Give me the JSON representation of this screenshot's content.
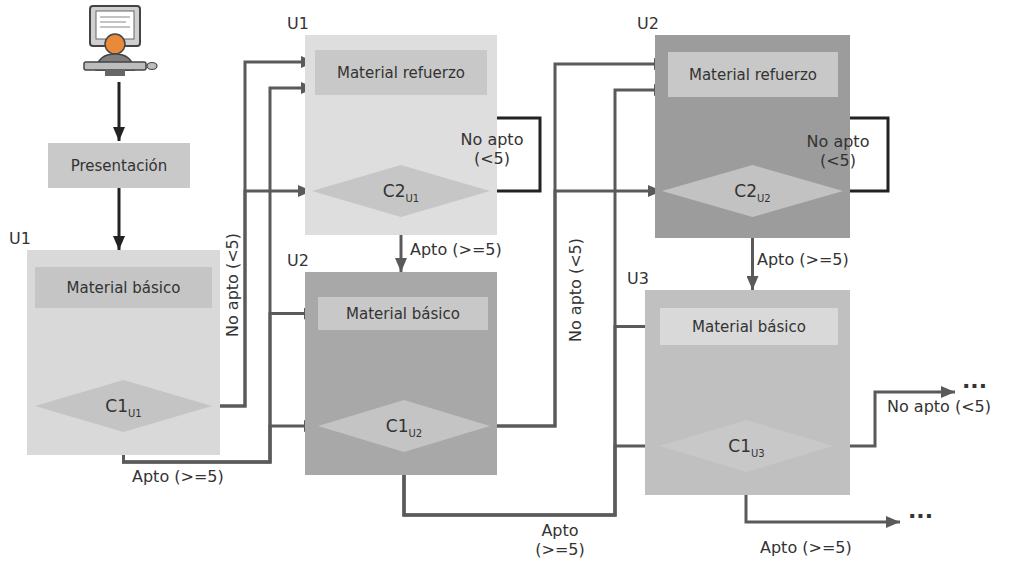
{
  "diagram": {
    "nodes": [
      {
        "text": [
          "Presentación"
        ]
      },
      {
        "text": [
          "U1"
        ]
      },
      {
        "text": [
          "Material básico"
        ],
        "in": 1
      },
      {
        "text": [
          "C1",
          "U1"
        ],
        "in": 1
      },
      {
        "text": [
          "U1"
        ]
      },
      {
        "text": [
          "Material refuerzo"
        ],
        "in": 4
      },
      {
        "text": [
          "C2",
          "U1"
        ],
        "in": 4
      },
      {
        "text": [
          "U2"
        ]
      },
      {
        "text": [
          "Material básico"
        ],
        "in": 7
      },
      {
        "text": [
          "C1",
          "U2"
        ],
        "in": 7
      },
      {
        "text": [
          "U2"
        ]
      },
      {
        "text": [
          "Material refuerzo"
        ],
        "in": 10
      },
      {
        "text": [
          "C2",
          "U2"
        ],
        "in": 10
      },
      {
        "text": [
          "U3"
        ]
      },
      {
        "text": [
          "Material básico"
        ],
        "in": 13
      },
      {
        "text": [
          "C1",
          "U3"
        ],
        "in": 13
      }
    ],
    "edges": [
      {
        "from": 0,
        "to": 1,
        "arrow": "to"
      },
      {
        "from": 3,
        "to": 5,
        "label": "No apto (<5)",
        "arrow": "to"
      },
      {
        "from": 3,
        "to": 6,
        "arrow": "to"
      },
      {
        "from": 3,
        "to": 5,
        "label": "Apto (>=5)",
        "arrow": "to"
      },
      {
        "from": 3,
        "to": 8,
        "arrow": "to"
      },
      {
        "from": 3,
        "to": 9,
        "arrow": "to"
      },
      {
        "from": 6,
        "to": 6,
        "label": "No apto (<5)",
        "arrow": "to"
      },
      {
        "from": 6,
        "to": 7,
        "label": "Apto (>=5)",
        "arrow": "to"
      },
      {
        "from": 9,
        "to": 11,
        "label": "No apto (<5)",
        "arrow": "to"
      },
      {
        "from": 9,
        "to": 12,
        "arrow": "to"
      },
      {
        "from": 9,
        "to": 11,
        "label": "Apto (>=5)",
        "arrow": "to"
      },
      {
        "from": 9,
        "to": 14,
        "arrow": "to"
      },
      {
        "from": 9,
        "to": 15,
        "arrow": "to"
      },
      {
        "from": 12,
        "to": 12,
        "label": "No apto (<5)",
        "arrow": "to"
      },
      {
        "from": 12,
        "to": 13,
        "label": "Apto (>=5)",
        "arrow": "to"
      }
    ],
    "labels": [
      "...",
      "No apto (<5)",
      "...",
      "Apto (>=5)"
    ]
  }
}
